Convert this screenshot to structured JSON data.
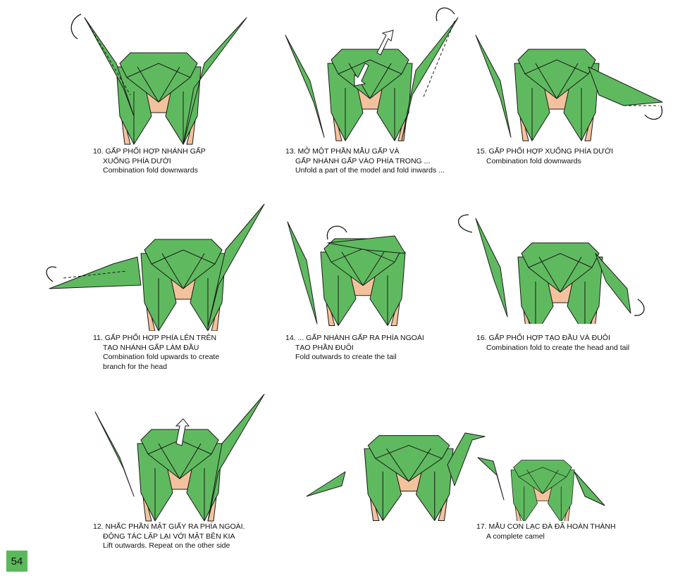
{
  "steps": [
    {
      "vi1": "10. GẤP PHỐI HỢP NHÁNH GẤP",
      "vi2": "XUỐNG PHÍA DƯỚI",
      "en1": "Combination fold downwards"
    },
    {
      "vi1": "11. GẤP PHỐI HỢP PHÍA LÊN TRÊN",
      "vi2": "TẠO NHÁNH GẤP LÀM ĐẦU",
      "en1": "Combination fold upwards to create",
      "en2": "branch for the head"
    },
    {
      "vi1": "12. NHẤC PHẦN MẶT GIẤY RA PHÍA NGOÀI.",
      "vi2": "ĐỘNG TÁC LẶP LẠI VỚI MẶT BÊN KIA",
      "en1": "Lift outwards. Repeat on the other side"
    },
    {
      "vi1": "13. MỞ MỘT PHẦN MẪU GẤP VÀ",
      "vi2": "GẤP NHÁNH GẤP VÀO PHÍA TRONG ...",
      "en1": "Unfold a part of the model and fold inwards ..."
    },
    {
      "vi1": "14. ... GẤP NHÁNH GẤP RA PHÍA NGOÀI",
      "vi2": "TẠO PHẦN ĐUÔI",
      "en1": "Fold outwards to create the tail"
    },
    {
      "vi1": "15. GẤP PHỐI HỢP XUỐNG PHÍA DƯỚI",
      "en1": "Combination fold downwards"
    },
    {
      "vi1": "16. GẤP PHỐI HỢP TẠO ĐẦU VÀ ĐUÔI",
      "en1": "Combination fold to create the head and tail"
    },
    {
      "vi1": "17. MẪU CON LẠC ĐÀ ĐÃ HOÀN THÀNH",
      "en1": "A complete camel"
    }
  ],
  "page_number": "54",
  "colors": {
    "paper_green": "#5fba5f",
    "paper_back": "#f3c29c",
    "page_badge": "#5cb85c"
  }
}
